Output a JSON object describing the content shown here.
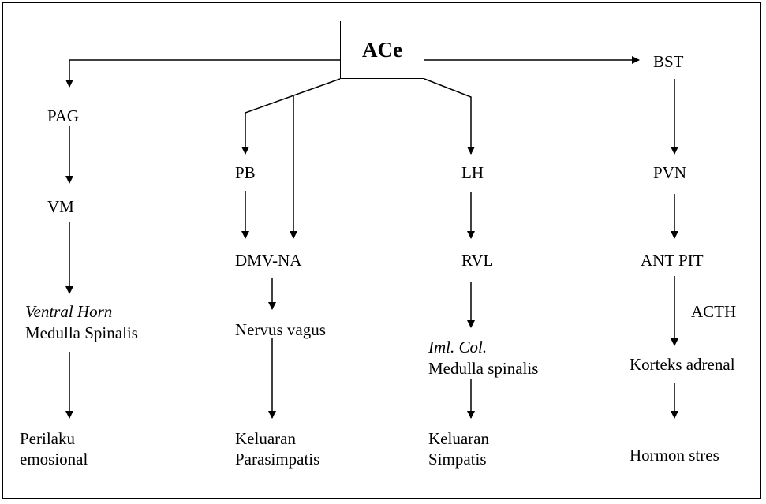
{
  "root": "ACe",
  "columns": [
    {
      "l1": "PAG",
      "l2": "VM",
      "l3a": "Ventral Horn",
      "l3b": "Medulla Spinalis",
      "l4a": "Perilaku",
      "l4b": "emosional"
    },
    {
      "l1": "PB",
      "l2": "DMV-NA",
      "l3": "Nervus vagus",
      "l4a": "Keluaran",
      "l4b": "Parasimpatis"
    },
    {
      "l1": "LH",
      "l2": "RVL",
      "l3a": "Iml. Col.",
      "l3b": "Medulla spinalis",
      "l4a": "Keluaran",
      "l4b": "Simpatis"
    },
    {
      "l1": "BST",
      "l2": "PVN",
      "l3": "ANT PIT",
      "edge_label": "ACTH",
      "l4": "Korteks adrenal",
      "l5": "Hormon stres"
    }
  ]
}
